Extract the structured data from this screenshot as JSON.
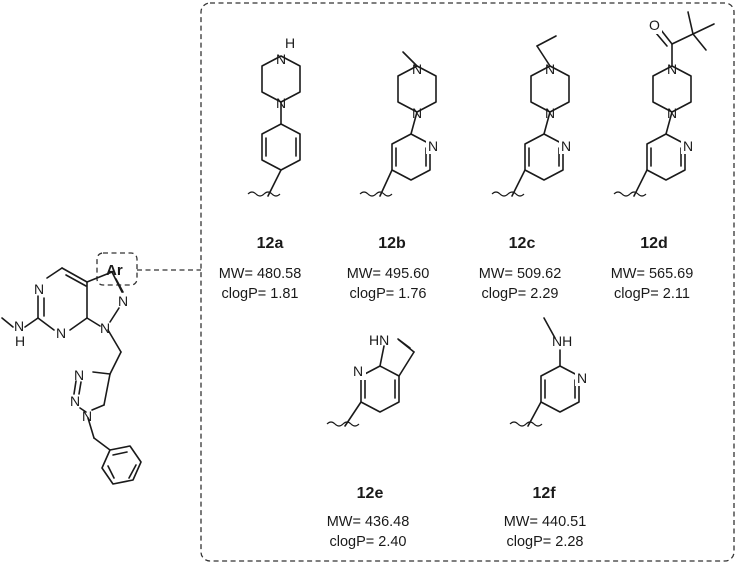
{
  "core": {
    "ar_label": "Ar",
    "atom_N": "N",
    "atom_H": "H",
    "atom_NH": "NH",
    "atom_HN": "HN",
    "atom_O": "O"
  },
  "compounds": [
    {
      "id": "12a",
      "mw_text": "MW= 480.58",
      "clogp_text": "clogP= 1.81"
    },
    {
      "id": "12b",
      "mw_text": "MW= 495.60",
      "clogp_text": "clogP= 1.76"
    },
    {
      "id": "12c",
      "mw_text": "MW= 509.62",
      "clogp_text": "clogP= 2.29"
    },
    {
      "id": "12d",
      "mw_text": "MW= 565.69",
      "clogp_text": "clogP= 2.11"
    },
    {
      "id": "12e",
      "mw_text": "MW= 436.48",
      "clogp_text": "clogP= 2.40"
    },
    {
      "id": "12f",
      "mw_text": "MW= 440.51",
      "clogp_text": "clogP= 2.28"
    }
  ]
}
